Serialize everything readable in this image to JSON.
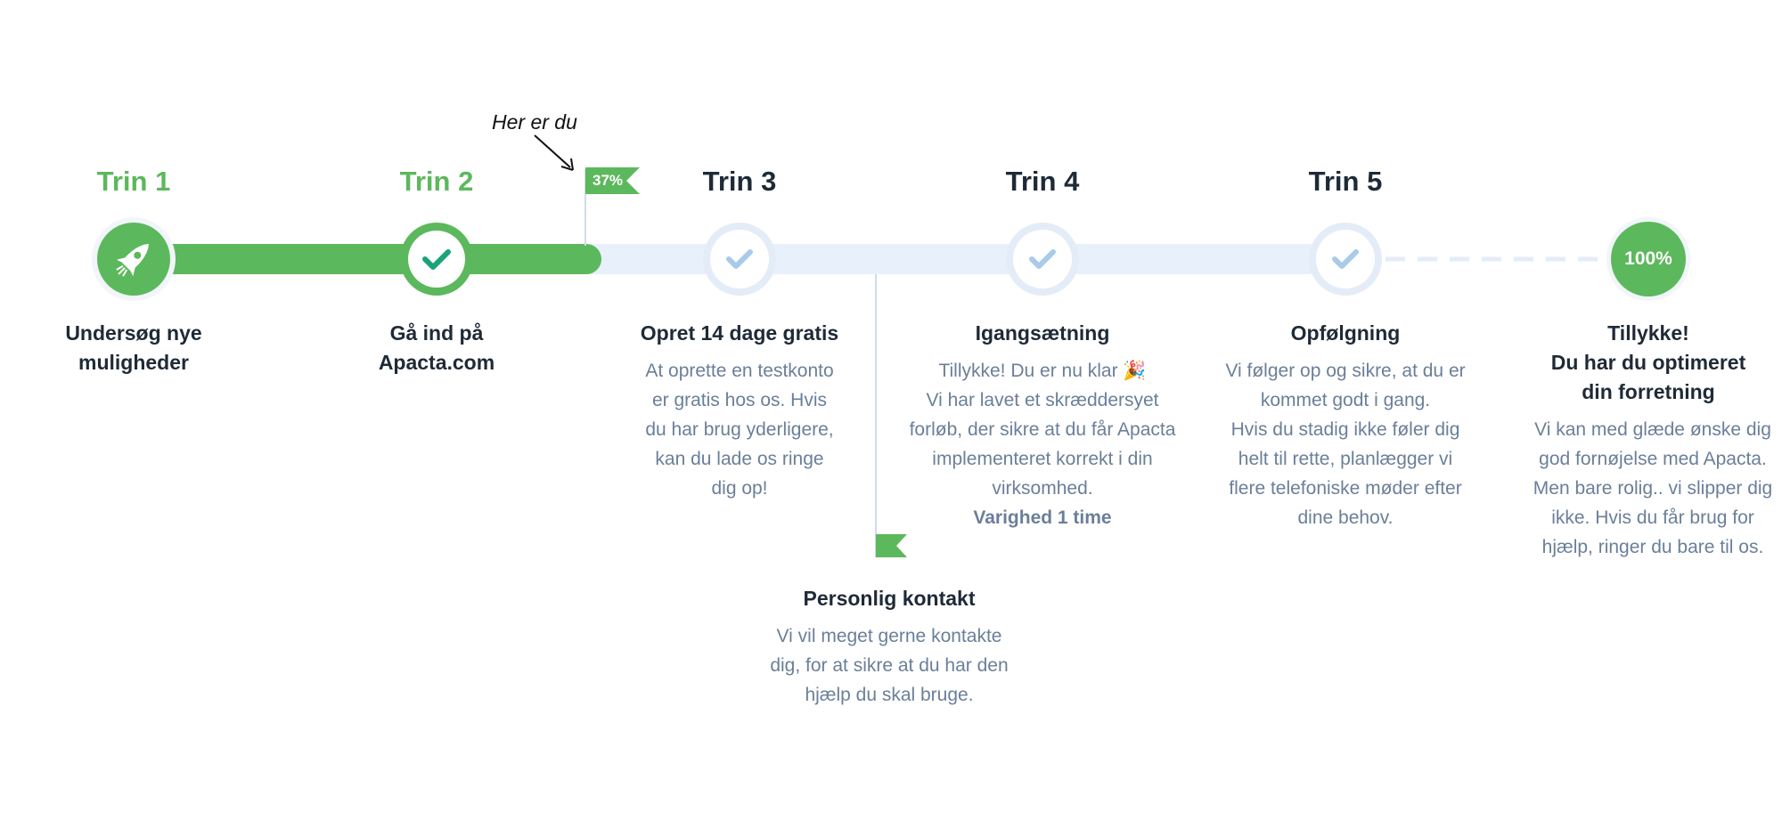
{
  "colors": {
    "green": "#5cb85c",
    "track": "#e8f0fb",
    "ring": "#e4ecf7",
    "check_light": "#a9cbe9",
    "dark_text": "#1f2a37",
    "muted_text": "#6b7f99"
  },
  "progress": {
    "percent_label": "37%",
    "fraction": 0.37
  },
  "here_label": "Her er du",
  "steps": [
    {
      "label": "Trin 1",
      "title_lines": [
        "Undersøg nye",
        "muligheder"
      ],
      "icon": "rocket-icon"
    },
    {
      "label": "Trin 2",
      "title_lines": [
        "Gå ind på",
        "Apacta.com"
      ],
      "icon": "check-icon"
    },
    {
      "label": "Trin 3",
      "title_lines": [
        "Opret 14 dage gratis"
      ],
      "icon": "check-icon",
      "desc_lines": [
        "At oprette en testkonto",
        "er gratis hos os. Hvis",
        "du har brug yderligere,",
        "kan du lade os ringe",
        "dig op!"
      ]
    },
    {
      "label": "Trin 4",
      "title_lines": [
        "Igangsætning"
      ],
      "icon": "check-icon",
      "desc_lines": [
        "Tillykke! Du er nu klar 🎉",
        "Vi har lavet et skræddersyet",
        "forløb, der sikre at du får Apacta",
        "implementeret korrekt i din",
        "virksomhed."
      ],
      "desc_strong": "Varighed 1 time"
    },
    {
      "label": "Trin 5",
      "title_lines": [
        "Opfølgning"
      ],
      "icon": "check-icon",
      "desc_lines": [
        "Vi følger op og sikre, at du er",
        "kommet godt i gang.",
        "Hvis du stadig ikke føler dig",
        "helt til rette, planlægger vi",
        "flere telefoniske møder efter",
        "dine behov."
      ]
    }
  ],
  "final": {
    "badge": "100%",
    "title_lines": [
      "Tillykke!",
      "Du har du optimeret",
      "din forretning"
    ],
    "desc_lines": [
      "Vi kan med glæde ønske dig",
      "god fornøjelse med Apacta.",
      "Men bare rolig.. vi slipper dig",
      "ikke. Hvis du får brug for",
      "hjælp, ringer du bare til os."
    ]
  },
  "milestone": {
    "title": "Personlig kontakt",
    "desc_lines": [
      "Vi vil meget gerne kontakte",
      "dig, for at sikre at du har den",
      "hjælp du skal bruge."
    ]
  }
}
